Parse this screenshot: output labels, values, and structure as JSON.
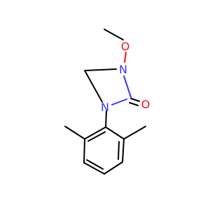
{
  "molecule": {
    "atoms": {
      "n1": {
        "label": "N",
        "color": "#3333ff"
      },
      "n2": {
        "label": "N",
        "color": "#3333ff"
      },
      "o_methoxy": {
        "label": "O",
        "color": "#ff0d0d"
      },
      "o_carbonyl": {
        "label": "O",
        "color": "#ff0d0d"
      }
    },
    "bond_color": "#000000"
  }
}
